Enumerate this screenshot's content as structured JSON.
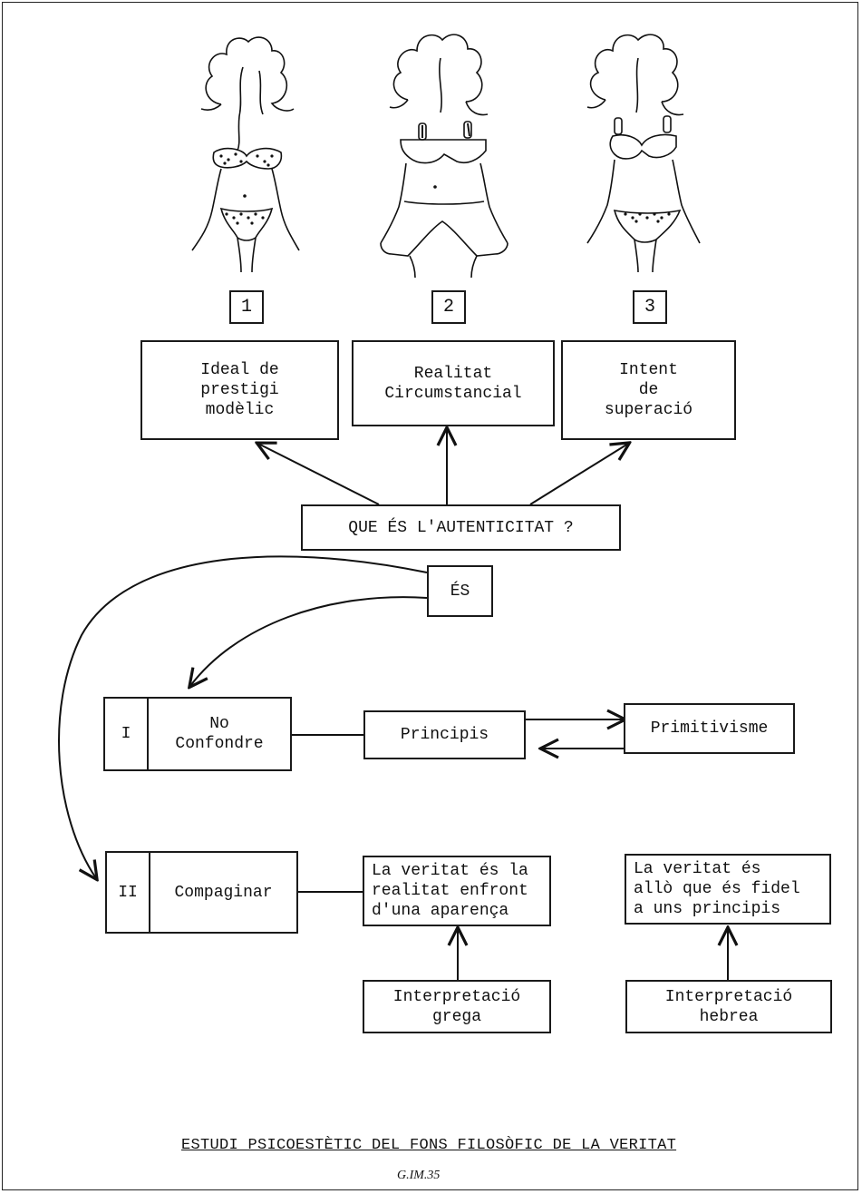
{
  "figures": [
    {
      "number": "1",
      "description": "figure-patterned-bikini"
    },
    {
      "number": "2",
      "description": "figure-plain-bikini"
    },
    {
      "number": "3",
      "description": "figure-mixed-bikini"
    }
  ],
  "concepts": [
    "Ideal de\nprestigi\nmodèlic",
    "Realitat\nCircumstancial",
    "Intent\nde\nsuperació"
  ],
  "question": "QUE ÉS L'AUTENTICITAT ?",
  "es_label": "ÉS",
  "branch_one": {
    "roman": "I",
    "label": "No\nConfondre",
    "principis": "Principis",
    "primitivisme": "Primitivisme"
  },
  "branch_two": {
    "roman": "II",
    "label": "Compaginar",
    "greek_truth": "La veritat és la\nrealitat enfront\nd'una aparença",
    "hebrew_truth": "La veritat és\nallò que és fidel\na uns principis",
    "greek_interp": "Interpretació\ngrega",
    "hebrew_interp": "Interpretació\nhebrea"
  },
  "footer": {
    "title": "ESTUDI PSICOESTÈTIC DEL FONS FILOSÒFIC DE LA VERITAT",
    "code": "G.IM.35"
  }
}
